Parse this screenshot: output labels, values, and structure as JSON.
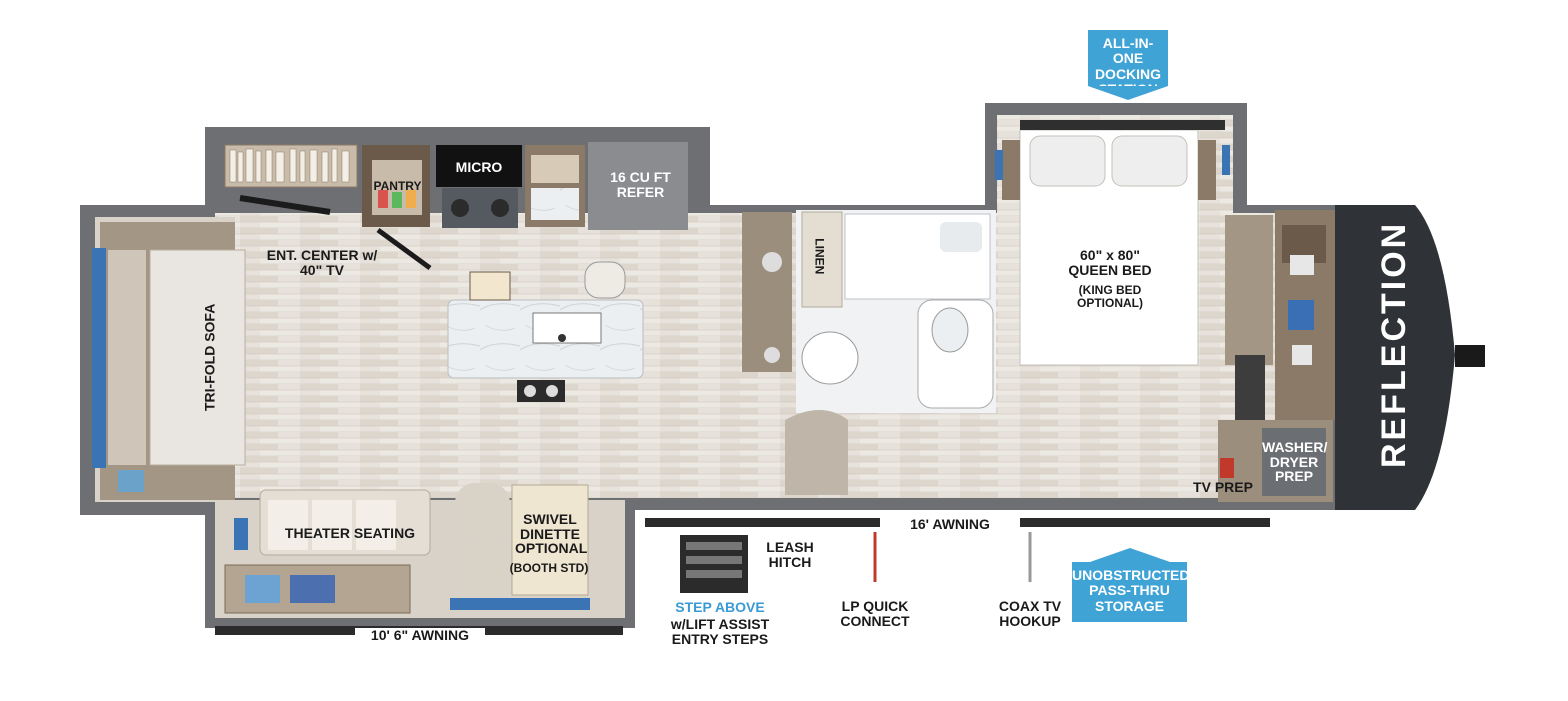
{
  "brand": "REFLECTION",
  "callouts": {
    "docking": "ALL-IN-ONE\nDOCKING\nSTATION",
    "storage": "UNOBSTRUCTED\nPASS-THRU\nSTORAGE"
  },
  "rooms": {
    "pantry": "PANTRY",
    "micro": "MICRO",
    "refer": "16 CU FT\nREFER",
    "ent_center": "ENT. CENTER w/\n40\" TV",
    "sofa": "TRI-FOLD SOFA",
    "linen": "LINEN",
    "bed": "60\" x 80\"\nQUEEN BED",
    "bed_option": "(KING BED\nOPTIONAL)",
    "washer": "WASHER/\nDRYER\nPREP",
    "tv_prep": "TV PREP",
    "theater": "THEATER SEATING",
    "dinette": "SWIVEL\nDINETTE\nOPTIONAL",
    "dinette_std": "(BOOTH STD)"
  },
  "exterior": {
    "awning_large": "16' AWNING",
    "awning_small": "10' 6\" AWNING",
    "leash": "LEASH\nHITCH",
    "step_above": "STEP ABOVE",
    "steps": "w/LIFT ASSIST\nENTRY STEPS",
    "lp": "LP QUICK\nCONNECT",
    "coax": "COAX TV\nHOOKUP"
  },
  "colors": {
    "wall": "#6e6f73",
    "floor": "#e4dfd8",
    "cabinet": "#8b7a67",
    "callout": "#3fa3d6",
    "cap": "#2f3237",
    "lp": "#c0392b"
  }
}
